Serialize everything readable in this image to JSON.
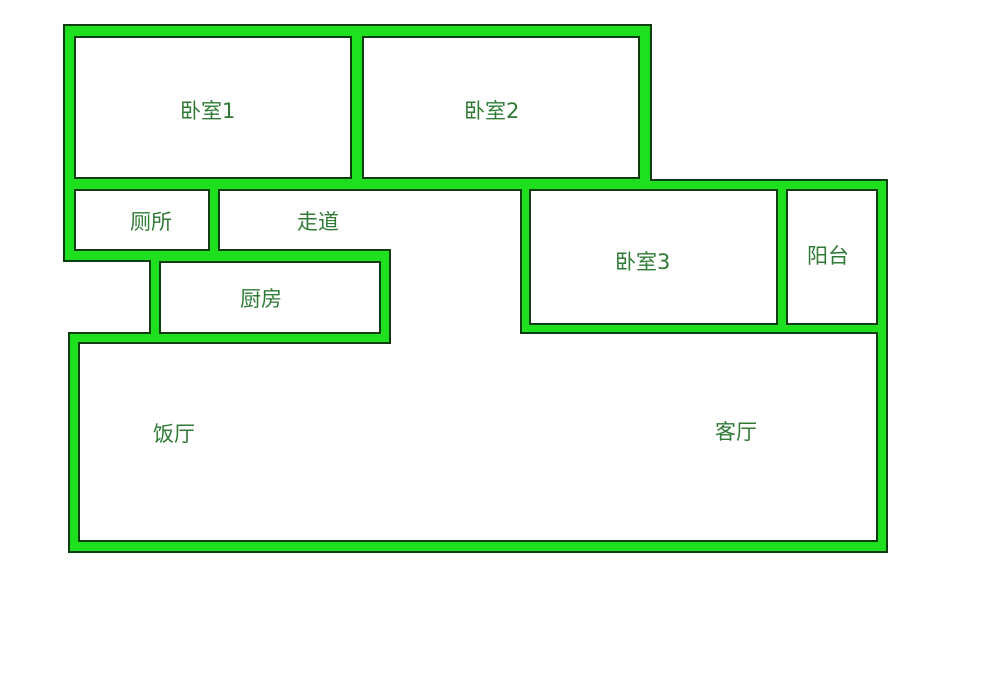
{
  "plan": {
    "colors": {
      "wall": "#1fe01f",
      "outline": "#0b3d0b",
      "label": "#2f7a35"
    },
    "rooms": {
      "bedroom1": "卧室1",
      "bedroom2": "卧室2",
      "toilet": "厕所",
      "corridor": "走道",
      "kitchen": "厨房",
      "bedroom3": "卧室3",
      "balcony": "阳台",
      "dining": "饭厅",
      "living": "客厅"
    }
  }
}
